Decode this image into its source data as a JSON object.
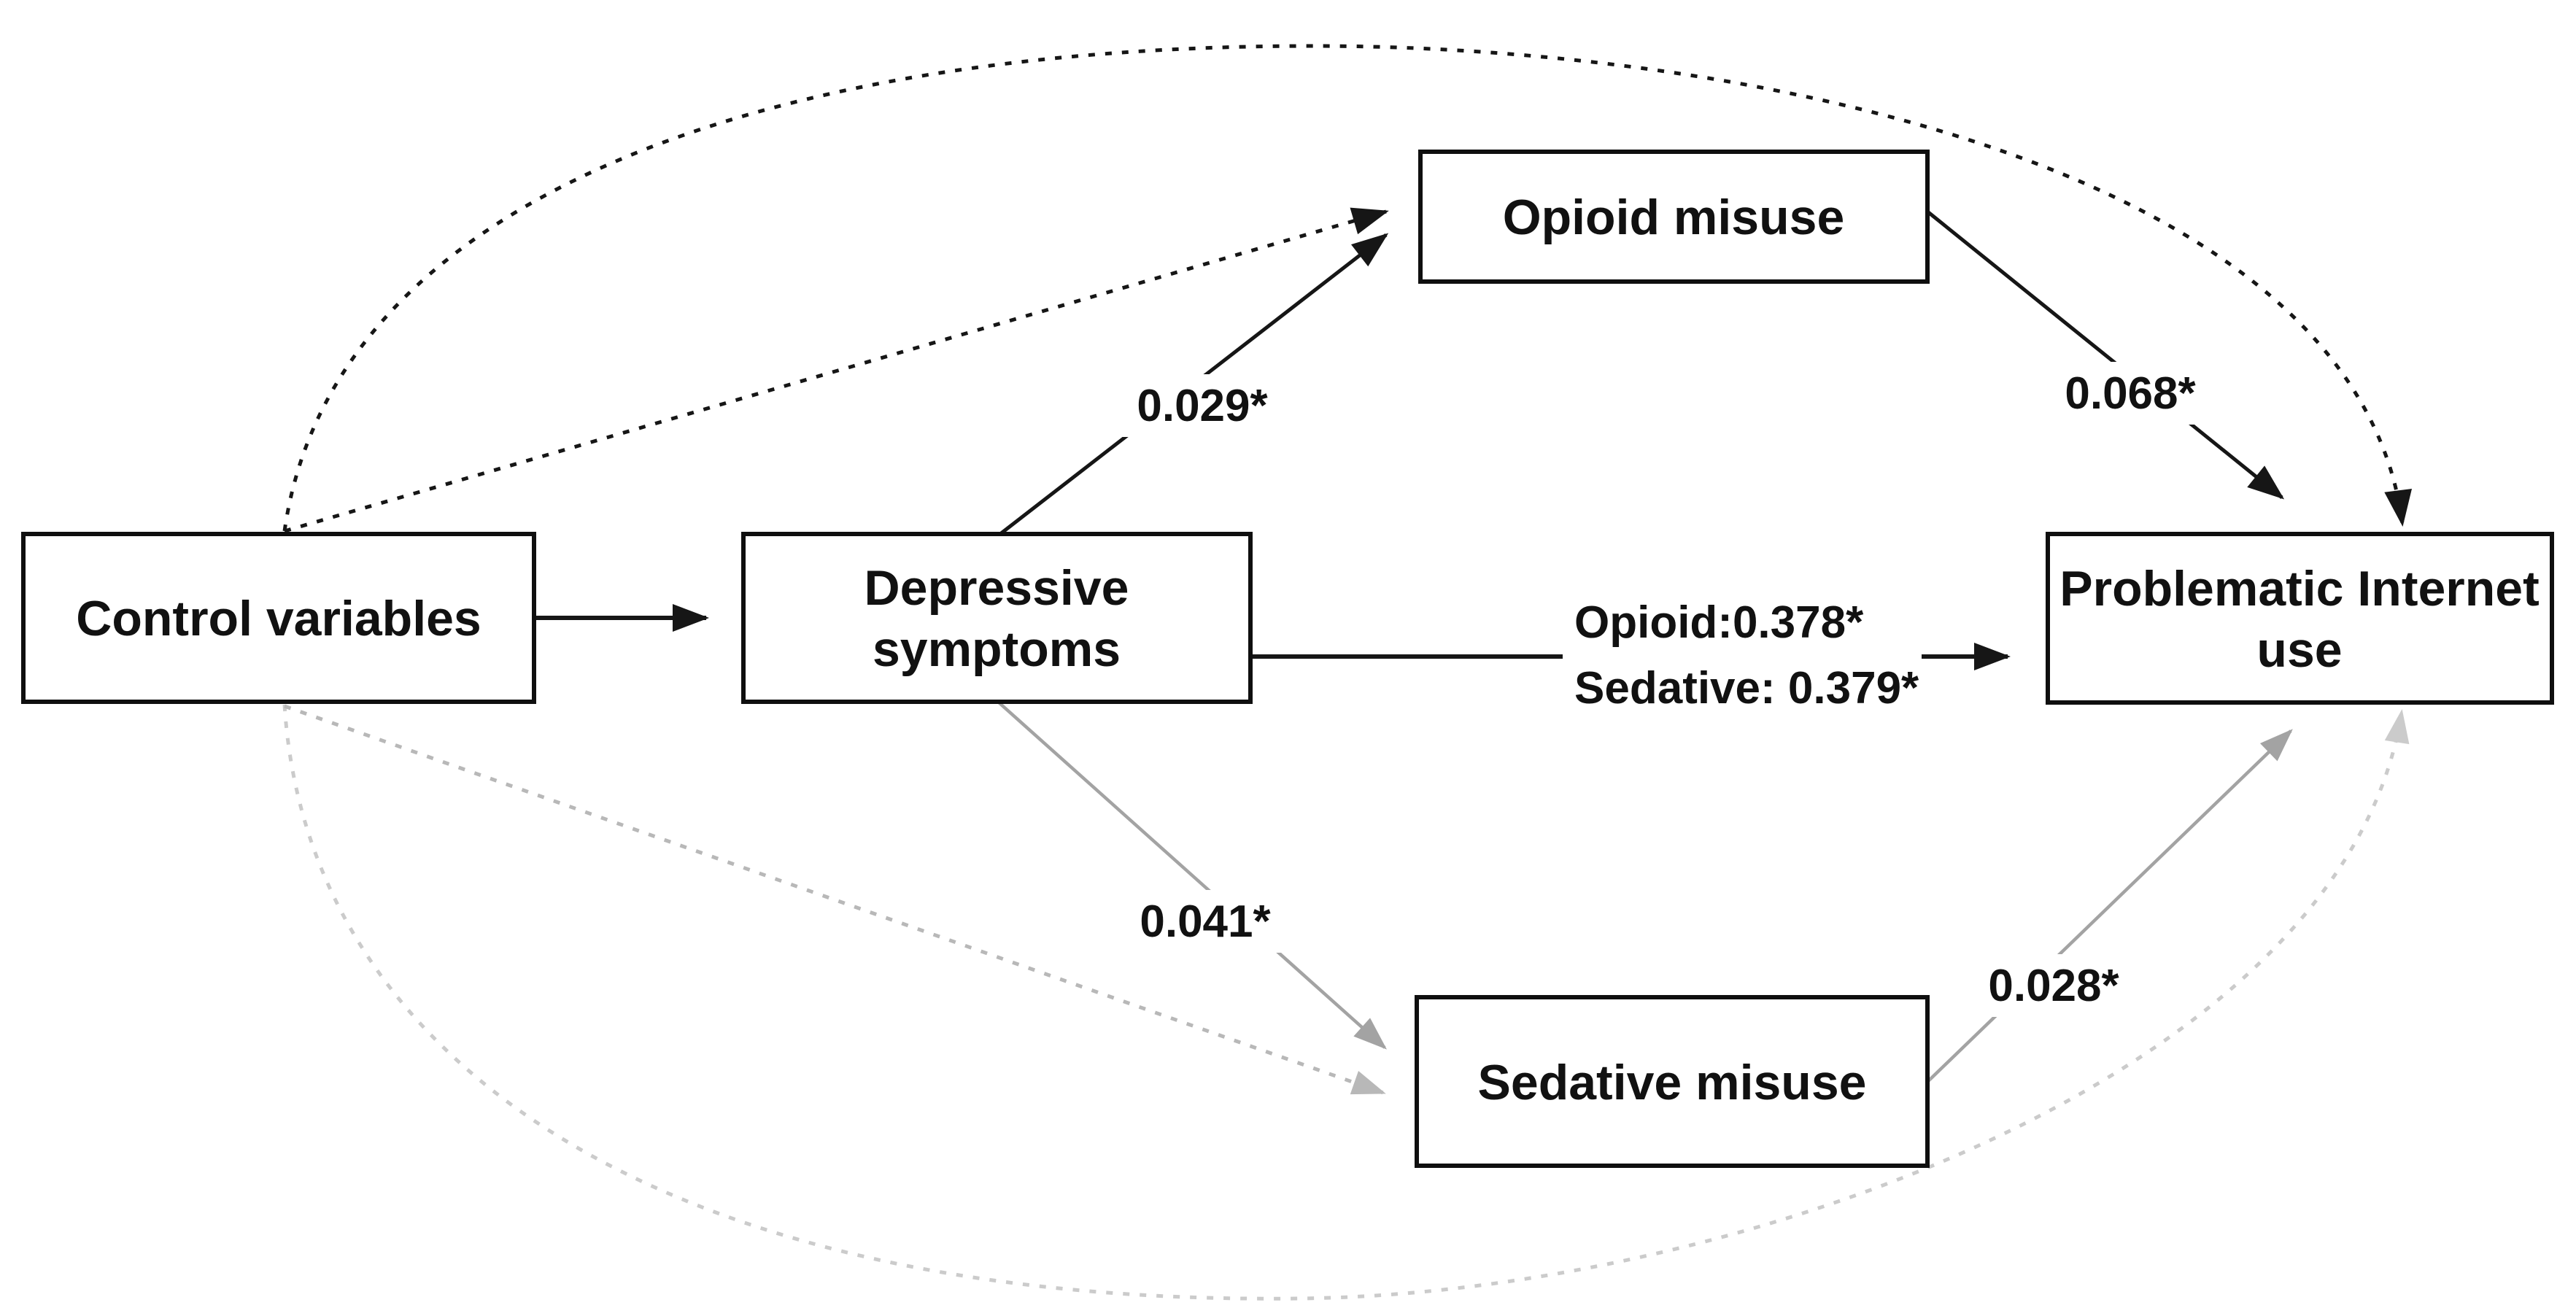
{
  "diagram": {
    "kind": "mediation-path-diagram",
    "background": "#ffffff",
    "colors": {
      "box_border": "#0f0f0f",
      "text": "#111111",
      "solid_black_path": "#161616",
      "solid_gray_path": "#a3a3a3",
      "dotted_gray_path": "#b8b8b8",
      "dotted_light_gray_curve": "#cbcbcb"
    },
    "nodes": {
      "control": {
        "label": "Control variables"
      },
      "depressive": {
        "label_line1": "Depressive",
        "label_line2": "symptoms"
      },
      "opioid": {
        "label": "Opioid misuse"
      },
      "sedative": {
        "label": "Sedative misuse"
      },
      "piu": {
        "label_line1": "Problematic Internet",
        "label_line2": "use"
      }
    },
    "edges": {
      "control_depressive": {
        "from": "Control variables",
        "to": "Depressive symptoms",
        "style": "solid-black",
        "label": ""
      },
      "control_opioid": {
        "from": "Control variables",
        "to": "Opioid misuse",
        "style": "dotted-black",
        "label": ""
      },
      "control_piu_top_curve": {
        "from": "Control variables",
        "to": "Problematic Internet use",
        "style": "dotted-black-curve",
        "label": ""
      },
      "control_sedative": {
        "from": "Control variables",
        "to": "Sedative misuse",
        "style": "dotted-gray",
        "label": ""
      },
      "control_piu_bottom_curve": {
        "from": "Control variables",
        "to": "Problematic Internet use",
        "style": "dotted-light-gray-curve",
        "label": ""
      },
      "depressive_opioid": {
        "from": "Depressive symptoms",
        "to": "Opioid misuse",
        "style": "solid-black",
        "label": "0.029*"
      },
      "depressive_sedative": {
        "from": "Depressive symptoms",
        "to": "Sedative misuse",
        "style": "solid-gray",
        "label": "0.041*"
      },
      "depressive_piu": {
        "from": "Depressive symptoms",
        "to": "Problematic Internet use",
        "style": "solid-black",
        "label_line1": "Opioid:0.378*",
        "label_line2": "Sedative: 0.379*"
      },
      "opioid_piu": {
        "from": "Opioid misuse",
        "to": "Problematic Internet use",
        "style": "solid-black",
        "label": "0.068*"
      },
      "sedative_piu": {
        "from": "Sedative misuse",
        "to": "Problematic Internet use",
        "style": "solid-gray",
        "label": "0.028*"
      }
    }
  }
}
